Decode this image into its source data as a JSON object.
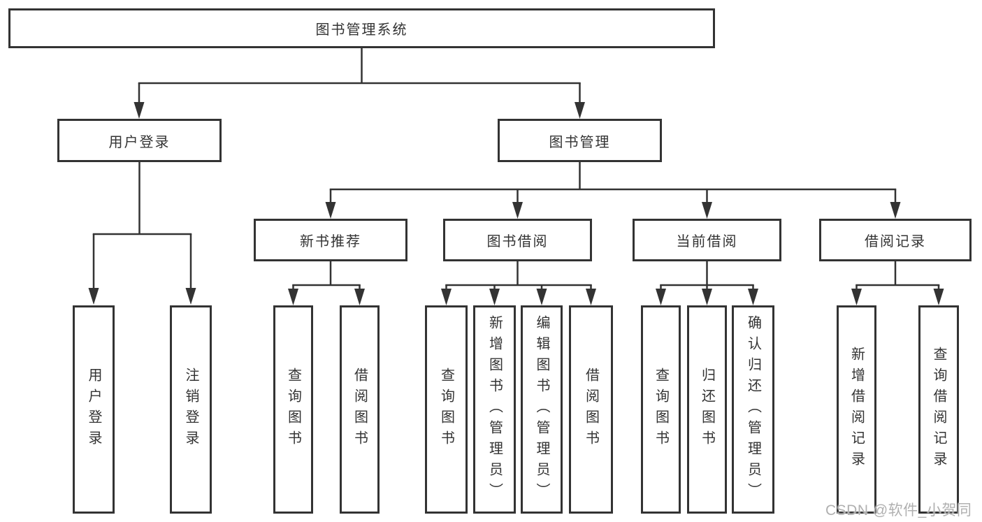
{
  "diagram": {
    "title": "图书管理系统",
    "level2": [
      {
        "label": "用户登录"
      },
      {
        "label": "图书管理"
      }
    ],
    "level3": [
      {
        "label": "新书推荐",
        "parent": "图书管理"
      },
      {
        "label": "图书借阅",
        "parent": "图书管理"
      },
      {
        "label": "当前借阅",
        "parent": "图书管理"
      },
      {
        "label": "借阅记录",
        "parent": "图书管理"
      }
    ],
    "leaves": [
      {
        "label": "用户登录",
        "parent": "用户登录"
      },
      {
        "label": "注销登录",
        "parent": "用户登录"
      },
      {
        "label": "查询图书",
        "parent": "新书推荐"
      },
      {
        "label": "借阅图书",
        "parent": "新书推荐"
      },
      {
        "label": "查询图书",
        "parent": "图书借阅"
      },
      {
        "label": "新增图书（管理员）",
        "parent": "图书借阅"
      },
      {
        "label": "编辑图书（管理员）",
        "parent": "图书借阅"
      },
      {
        "label": "借阅图书",
        "parent": "图书借阅"
      },
      {
        "label": "查询图书",
        "parent": "当前借阅"
      },
      {
        "label": "归还图书",
        "parent": "当前借阅"
      },
      {
        "label": "确认归还（管理员）",
        "parent": "当前借阅"
      },
      {
        "label": "新增借阅记录",
        "parent": "借阅记录"
      },
      {
        "label": "查询借阅记录",
        "parent": "借阅记录"
      }
    ],
    "watermark": "CSDN @软件_小贺同学",
    "colors": {
      "line": "#333333",
      "box_border": "#333333",
      "text": "#333333",
      "background": "#ffffff",
      "watermark": "#b0b0b0"
    }
  }
}
